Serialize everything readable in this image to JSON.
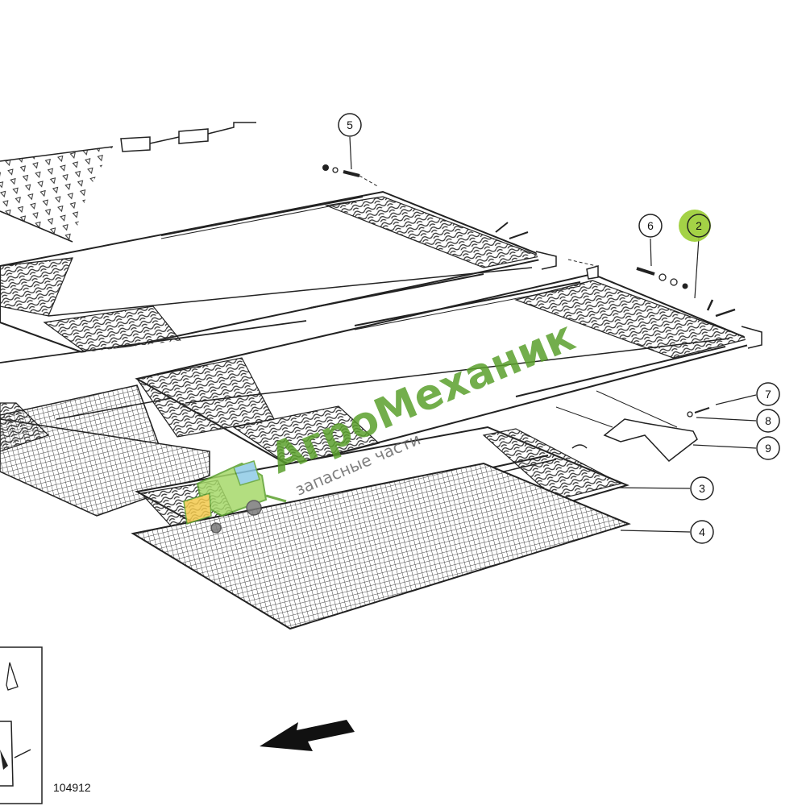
{
  "drawing_number": "104912",
  "callouts": [
    {
      "id": "callout-5",
      "label": "5",
      "highlighted": false
    },
    {
      "id": "callout-6",
      "label": "6",
      "highlighted": false
    },
    {
      "id": "callout-2",
      "label": "2",
      "highlighted": true
    },
    {
      "id": "callout-7",
      "label": "7",
      "highlighted": false
    },
    {
      "id": "callout-8",
      "label": "8",
      "highlighted": false
    },
    {
      "id": "callout-9",
      "label": "9",
      "highlighted": false
    },
    {
      "id": "callout-3",
      "label": "3",
      "highlighted": false
    },
    {
      "id": "callout-4",
      "label": "4",
      "highlighted": false
    }
  ],
  "watermark": {
    "brand": "АгроМеханик",
    "tagline": "запасные части"
  },
  "colors": {
    "line": "#222222",
    "highlight": "#9acd32",
    "watermark": "#5aa02c",
    "mesh": "#555555"
  }
}
